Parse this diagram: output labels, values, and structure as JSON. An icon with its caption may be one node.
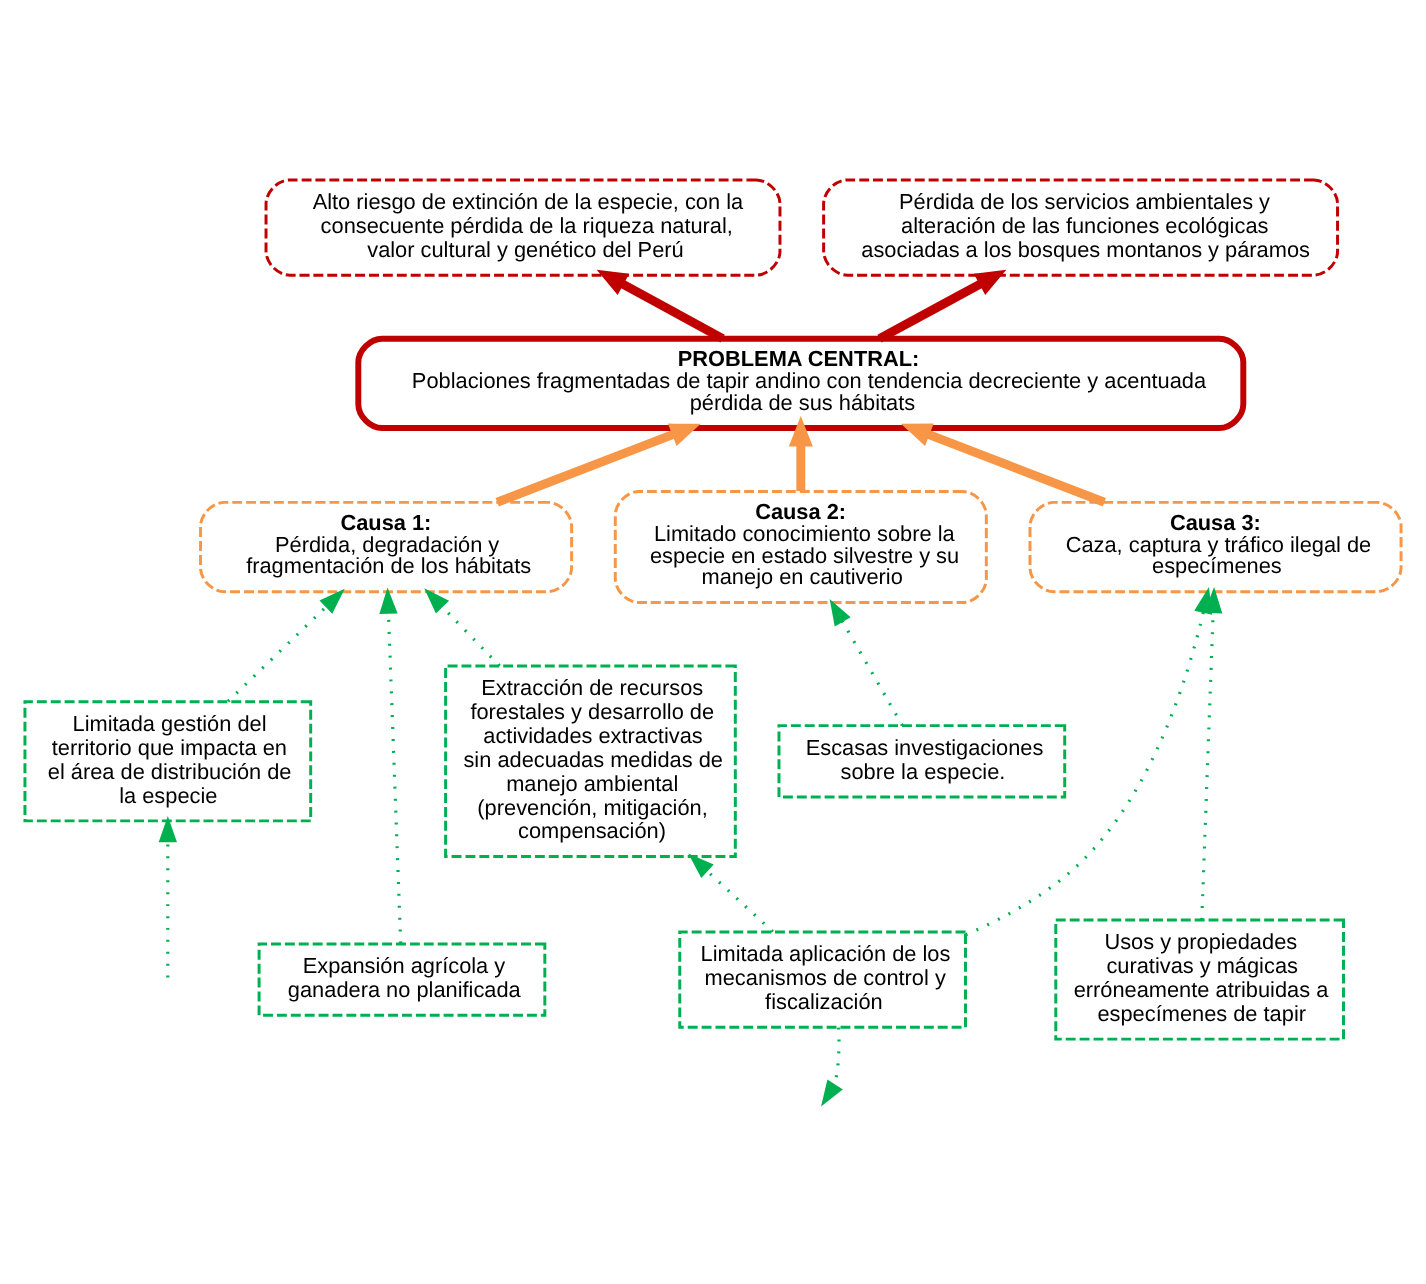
{
  "diagram": {
    "nodes": [
      {
        "text": [
          "Alto riesgo de extinción de la especie, con la consecuente pérdida de la riqueza natural, valor cultural y genético del Perú"
        ]
      },
      {
        "text": [
          "Pérdida de los servicios ambientales y alteración de las funciones ecológicas asociadas a los bosques montanos y páramos"
        ]
      },
      {
        "text": [
          "PROBLEMA CENTRAL:",
          "Poblaciones fragmentadas de tapir andino con tendencia decreciente y acentuada pérdida de sus hábitats"
        ]
      },
      {
        "text": [
          "Causa 1:",
          "Pérdida, degradación y fragmentación de los hábitats"
        ]
      },
      {
        "text": [
          "Causa 2:",
          "Limitado conocimiento sobre la especie en estado silvestre y su manejo en cautiverio"
        ]
      },
      {
        "text": [
          "Causa 3:",
          "Caza, captura y tráfico ilegal de especímenes"
        ]
      },
      {
        "text": [
          "Limitada gestión del territorio que impacta en el área de distribución de la especie"
        ]
      },
      {
        "text": [
          "Extracción de recursos forestales y desarrollo de actividades extractivas sin adecuadas medidas de manejo ambiental (prevención, mitigación, compensación)"
        ]
      },
      {
        "text": [
          "Escasas investigaciones sobre la especie."
        ]
      },
      {
        "text": [
          "Expansión agrícola y ganadera no planificada"
        ]
      },
      {
        "text": [
          "Limitada aplicación de los mecanismos de control y fiscalización"
        ]
      },
      {
        "text": [
          "Usos y propiedades curativas y mágicas erróneamente atribuidas a especímenes de tapir"
        ]
      }
    ],
    "edges": [
      {
        "from": 2,
        "to": 0,
        "arrow": "to",
        "style": "thick",
        "color": "#c00000"
      },
      {
        "from": 2,
        "to": 1,
        "arrow": "to",
        "style": "thick",
        "color": "#c00000"
      },
      {
        "from": 3,
        "to": 2,
        "arrow": "to",
        "style": "thick",
        "color": "#f79646"
      },
      {
        "from": 4,
        "to": 2,
        "arrow": "to",
        "style": "thick",
        "color": "#f79646"
      },
      {
        "from": 5,
        "to": 2,
        "arrow": "to",
        "style": "thick",
        "color": "#f79646"
      },
      {
        "from": 6,
        "to": 3,
        "arrow": "to",
        "style": "dashed"
      },
      {
        "from": 9,
        "to": 3,
        "arrow": "to",
        "style": "dashed"
      },
      {
        "from": 7,
        "to": 3,
        "arrow": "to",
        "style": "dashed"
      },
      {
        "from": 8,
        "to": 4,
        "arrow": "to",
        "style": "dashed"
      },
      {
        "from": 11,
        "to": 5,
        "arrow": "to",
        "style": "dashed"
      },
      {
        "from": 10,
        "to": 7,
        "arrow": "to",
        "style": "dashed"
      },
      {
        "from": 10,
        "to": 5,
        "arrow": "to",
        "style": "dashed"
      },
      {
        "from": 10,
        "to": null,
        "arrow": "to",
        "style": "dashed"
      },
      {
        "from": null,
        "to": 6,
        "arrow": "to",
        "style": "dashed"
      }
    ]
  }
}
